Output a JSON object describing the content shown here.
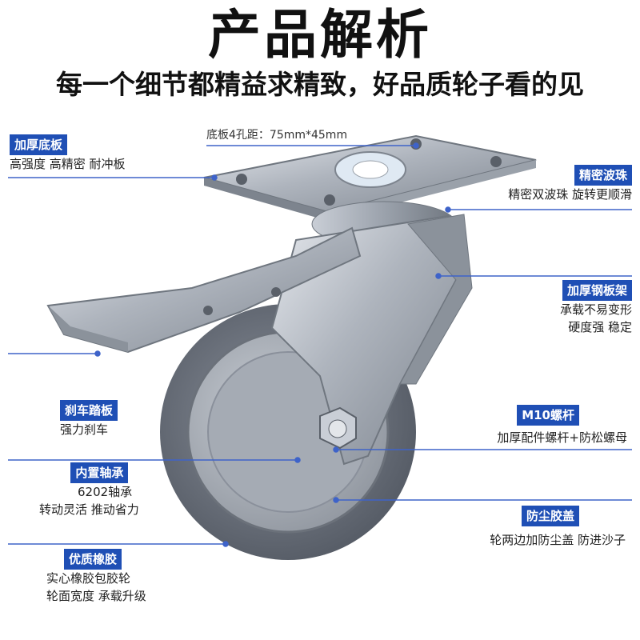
{
  "header": {
    "title": "产品解析",
    "subtitle": "每一个细节都精益求精致，好品质轮子看的见"
  },
  "dimension_label": "底板4孔距：75mm*45mm",
  "callouts": {
    "base_plate": {
      "tag": "加厚底板",
      "lines": [
        "高强度 高精密 耐冲板"
      ]
    },
    "ball_bearing": {
      "tag": "精密波珠",
      "lines": [
        "精密双波珠 旋转更顺滑"
      ]
    },
    "steel_bracket": {
      "tag": "加厚钢板架",
      "lines": [
        "承载不易变形",
        "硬度强 稳定"
      ]
    },
    "brake_pedal": {
      "tag": "刹车踏板",
      "lines": [
        "强力刹车"
      ]
    },
    "m10_bolt": {
      "tag": "M10螺杆",
      "lines": [
        "加厚配件螺杆+防松螺母"
      ]
    },
    "inner_bearing": {
      "tag": "内置轴承",
      "lines": [
        "6202轴承",
        "转动灵活 推动省力"
      ]
    },
    "dust_cover": {
      "tag": "防尘胶盖",
      "lines": [
        "轮两边加防尘盖 防进沙子"
      ]
    },
    "rubber": {
      "tag": "优质橡胶",
      "lines": [
        "实心橡胶包胶轮",
        "轮面宽度 承载升级"
      ]
    }
  },
  "colors": {
    "tag_bg": "#1f4fb5",
    "leader": "#3e63c9"
  }
}
